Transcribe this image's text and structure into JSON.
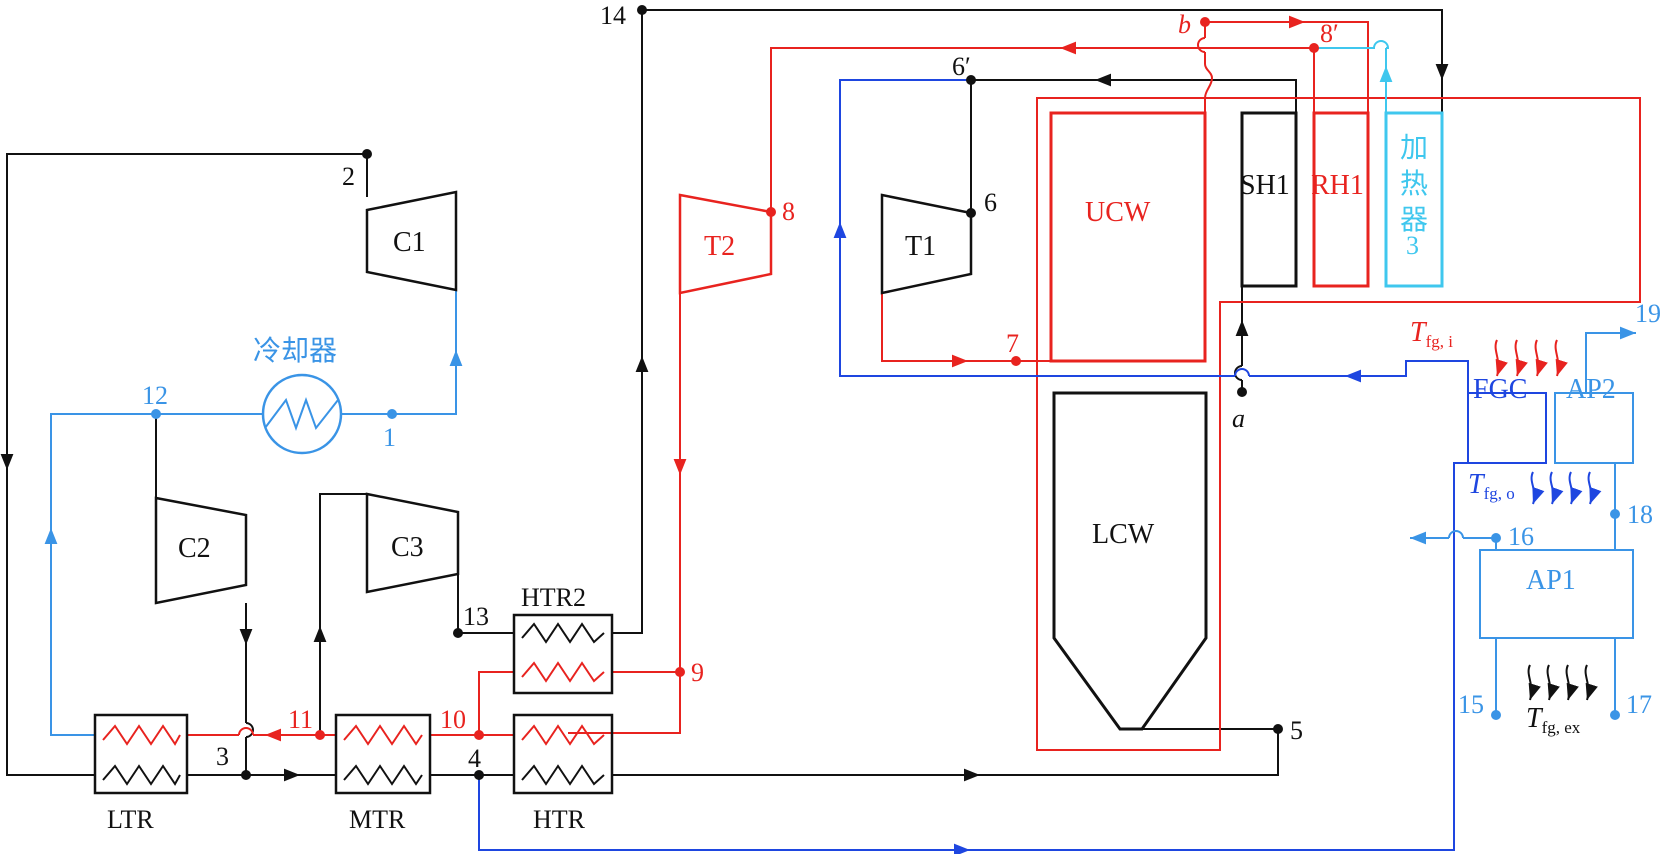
{
  "colors": {
    "black": "#111111",
    "red": "#e8231f",
    "blue": "#1e46e0",
    "lightblue": "#3a94e6",
    "cyan": "#3fc7ee"
  },
  "components": {
    "C1": "C1",
    "C2": "C2",
    "C3": "C3",
    "T1": "T1",
    "T2": "T2",
    "LTR": "LTR",
    "MTR": "MTR",
    "HTR": "HTR",
    "HTR2": "HTR2",
    "UCW": "UCW",
    "LCW": "LCW",
    "SH1": "SH1",
    "RH1": "RH1",
    "heater3_line1": "加",
    "heater3_line2": "热",
    "heater3_line3": "器",
    "heater3_line4": "3",
    "cooler": "冷却器",
    "FGC": "FGC",
    "AP1": "AP1",
    "AP2": "AP2"
  },
  "nodes": {
    "n1": "1",
    "n2": "2",
    "n3": "3",
    "n4": "4",
    "n5": "5",
    "n6": "6",
    "n6p": "6′",
    "n7": "7",
    "n8": "8",
    "n8p": "8′",
    "n9": "9",
    "n10": "10",
    "n11": "11",
    "n12": "12",
    "n13": "13",
    "n14": "14",
    "n15": "15",
    "n16": "16",
    "n17": "17",
    "n18": "18",
    "n19": "19",
    "na": "a",
    "nb": "b"
  },
  "flue_gas": {
    "symbol": "T",
    "inlet_sub": "fg, i",
    "outlet_sub": "fg, o",
    "exhaust_sub": "fg, ex"
  }
}
